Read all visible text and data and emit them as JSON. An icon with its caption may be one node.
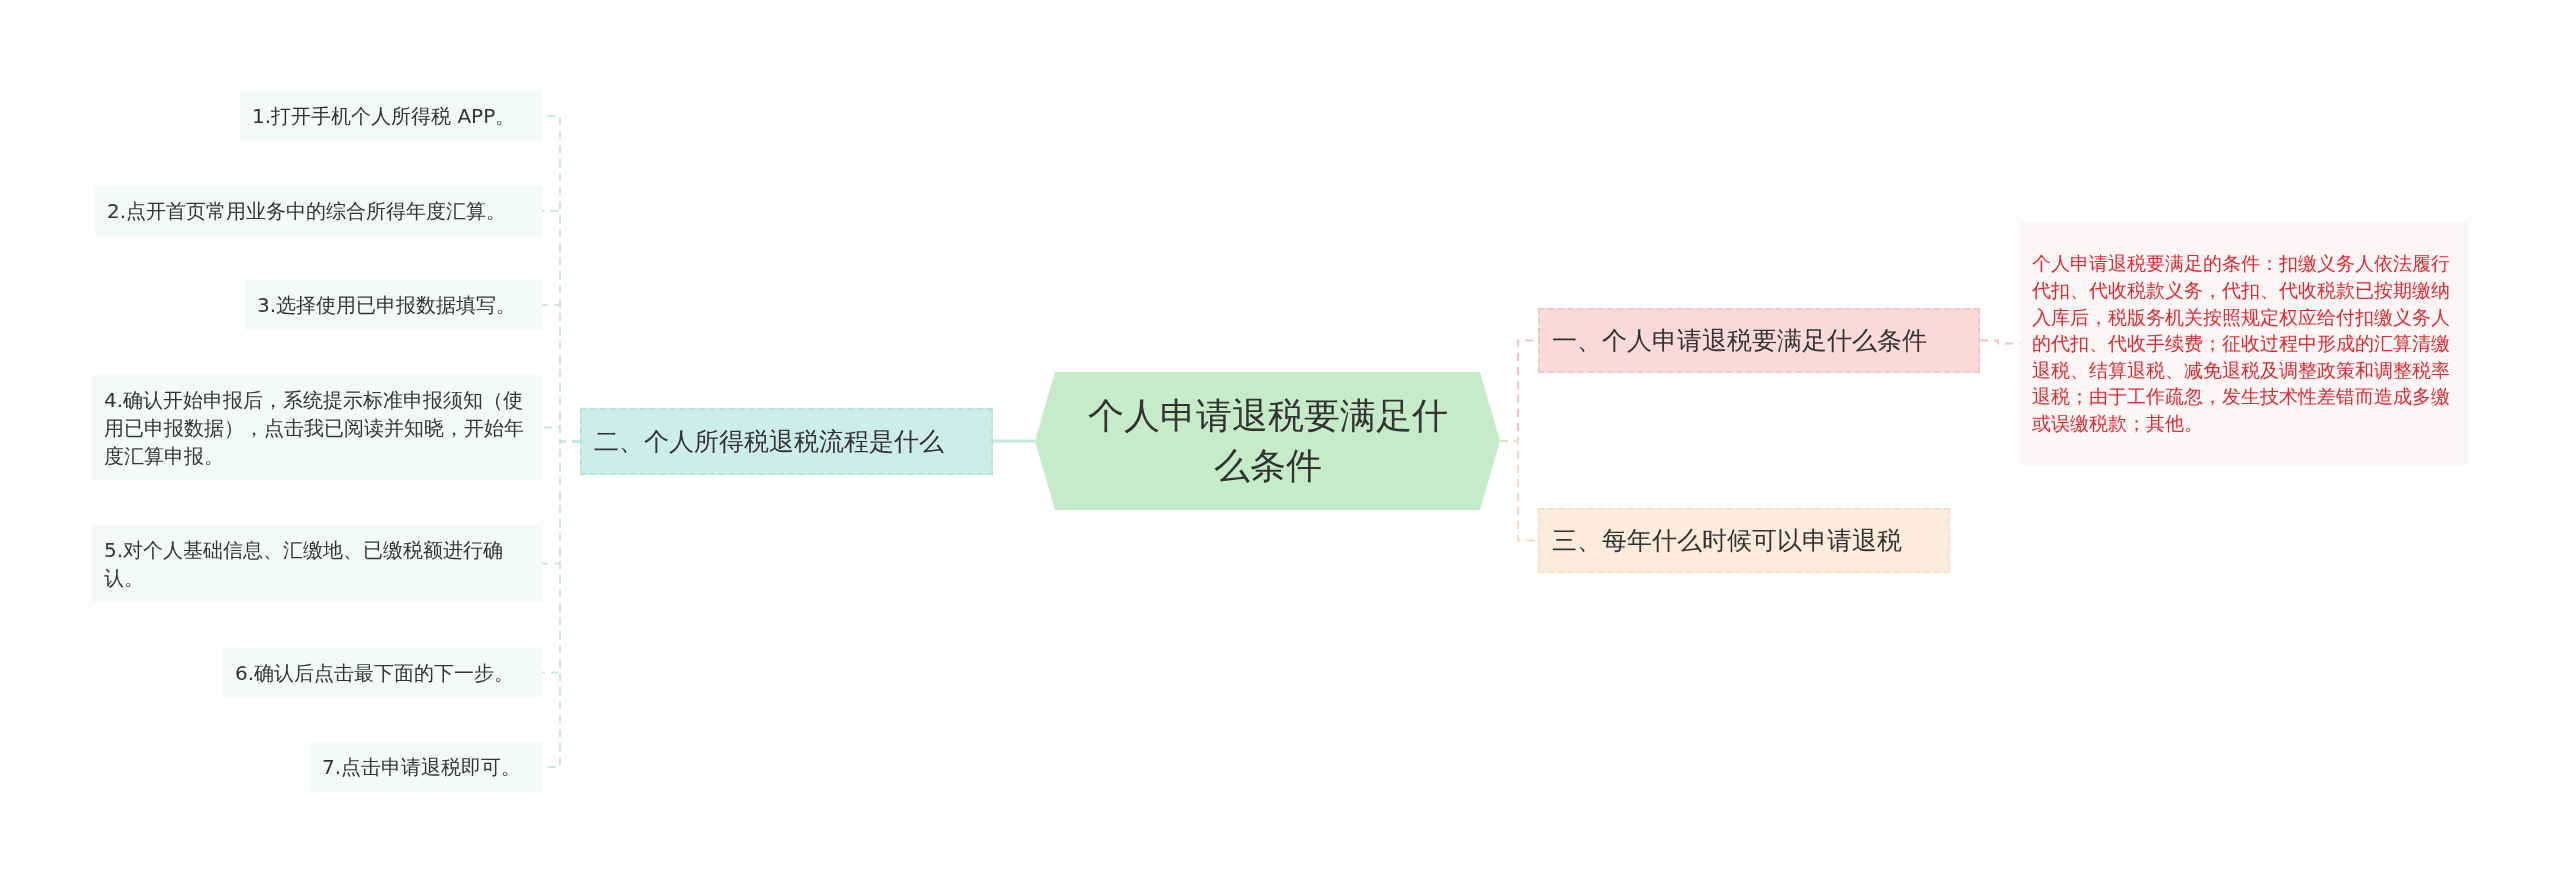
{
  "diagram": {
    "nodes": [
      {
        "text": [
          "个人申请退税要满足什么条件"
        ]
      },
      {
        "text": [
          "二、个人所得税退税流程是什么"
        ]
      },
      {
        "text": [
          "一、个人申请退税要满足什么条件"
        ]
      },
      {
        "text": [
          "个人申请退税要满足的条件：扣缴义务人依法履行代扣、代收税款义务，代扣、代收税款已按期缴纳入库后，税版务机关按照规定权应给付扣缴义务人的代扣、代收手续费；征收过程中形成的汇算清缴退税、结算退税、减免退税及调整政策和调整税率退税；由于工作疏忽，发生技术性差错而造成多缴或误缴税款；其他。"
        ]
      },
      {
        "text": [
          "三、每年什么时候可以申请退税"
        ]
      },
      {
        "text": [
          "1.打开手机个人所得税 APP。"
        ]
      },
      {
        "text": [
          "2.点开首页常用业务中的综合所得年度汇算。"
        ]
      },
      {
        "text": [
          "3.选择使用已申报数据填写。"
        ]
      },
      {
        "text": [
          "4.确认开始申报后，系统提示标准申报须知（使用已申报数据），点击我已阅读并知晓，开始年度汇算申报。"
        ]
      },
      {
        "text": [
          "5.对个人基础信息、汇缴地、已缴税额进行确认。"
        ]
      },
      {
        "text": [
          "6.确认后点击最下面的下一步。"
        ]
      },
      {
        "text": [
          "7.点击申请退税即可。"
        ]
      }
    ],
    "edges": [
      {
        "from": 0,
        "to": 1,
        "arrow": "none"
      },
      {
        "from": 0,
        "to": 2,
        "arrow": "none",
        "style": "dashed",
        "color": "#f2c4c4"
      },
      {
        "from": 2,
        "to": 3,
        "arrow": "none",
        "style": "dashed",
        "color": "#f2c4c4"
      },
      {
        "from": 0,
        "to": 4,
        "arrow": "none",
        "style": "dashed",
        "color": "#f5d9c4"
      },
      {
        "from": 1,
        "to": 5,
        "arrow": "none",
        "style": "dashed"
      },
      {
        "from": 1,
        "to": 6,
        "arrow": "none",
        "style": "dashed"
      },
      {
        "from": 1,
        "to": 7,
        "arrow": "none",
        "style": "dashed"
      },
      {
        "from": 1,
        "to": 8,
        "arrow": "none",
        "style": "dashed"
      },
      {
        "from": 1,
        "to": 9,
        "arrow": "none",
        "style": "dashed"
      },
      {
        "from": 1,
        "to": 10,
        "arrow": "none",
        "style": "dashed"
      },
      {
        "from": 1,
        "to": 11,
        "arrow": "none",
        "style": "dashed"
      }
    ]
  }
}
